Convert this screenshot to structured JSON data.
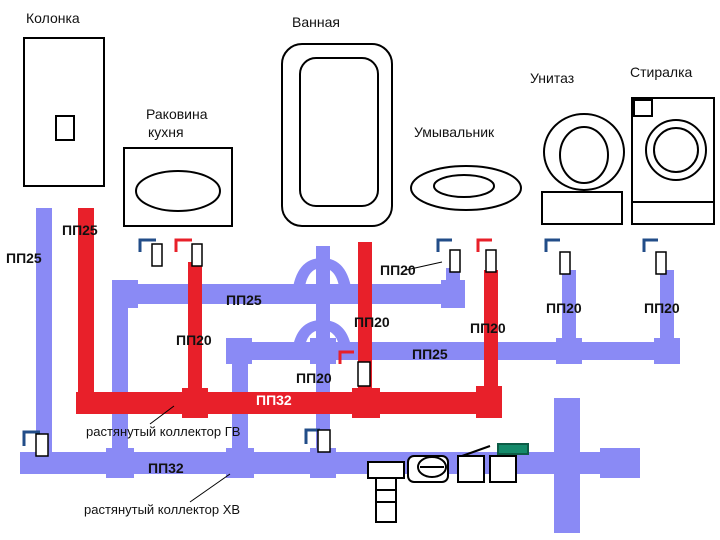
{
  "fixtures": {
    "kolonka": "Колонка",
    "rakovina_line1": "Раковина",
    "rakovina_line2": "кухня",
    "vannaya": "Ванная",
    "umyvalnik": "Умывальник",
    "unitaz": "Унитаз",
    "stiralka": "Стиралка"
  },
  "pipes": {
    "pp25_left_cold": "ПП25",
    "pp25_left_hot": "ПП25",
    "pp25_upper": "ПП25",
    "pp25_lower": "ПП25",
    "pp20_kitchen": "ПП20",
    "pp20_bath": "ПП20",
    "pp20_bath_hot": "ПП20",
    "pp20_wash_cold": "ПП20",
    "pp20_wash_hot": "ПП20",
    "pp20_toilet": "ПП20",
    "pp20_washer": "ПП20",
    "pp32_hot": "ПП32",
    "pp32_cold": "ПП32"
  },
  "collectors": {
    "hot": "растянутый коллектор ГВ",
    "cold": "растянутый коллектор ХВ"
  },
  "colors": {
    "cold": "#8a8af5",
    "hot": "#e8202a",
    "outline": "#000000"
  }
}
